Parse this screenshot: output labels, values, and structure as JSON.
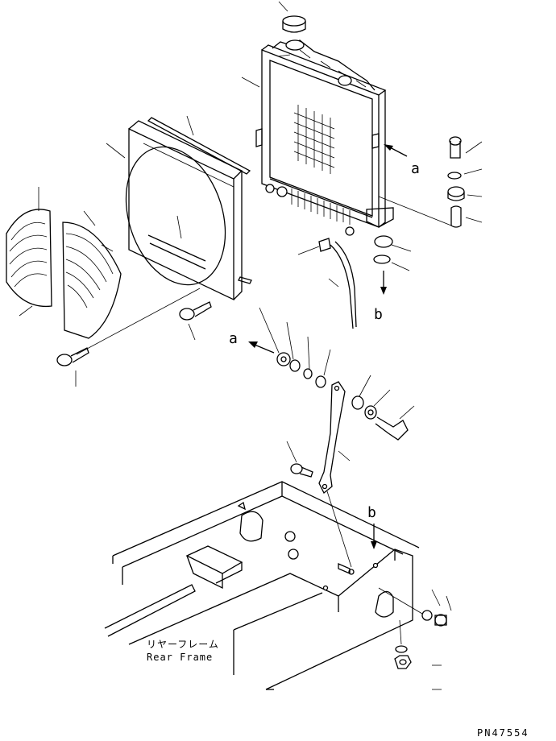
{
  "labels": {
    "ref_a_radiator": "a",
    "ref_b_radiator": "b",
    "ref_a_bracket": "a",
    "ref_b_frame": "b",
    "frame_label_jp": "リヤーフレーム",
    "frame_label_en": "Rear Frame",
    "drawing_number": "PN47554"
  }
}
